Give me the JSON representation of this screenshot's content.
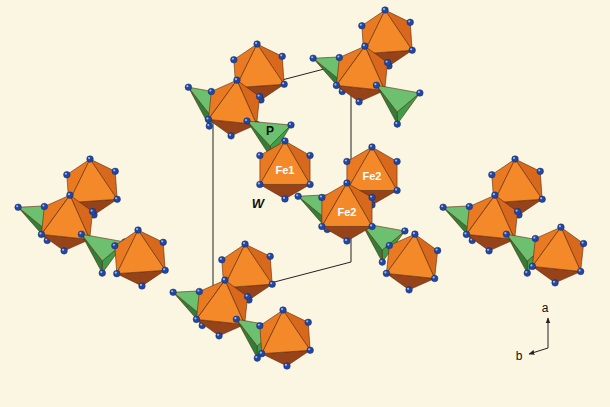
{
  "diagram": {
    "nodes": [
      {
        "text": [
          "P"
        ]
      },
      {
        "text": [
          "Fe1"
        ]
      },
      {
        "text": [
          "Fe2"
        ]
      },
      {
        "text": [
          "Fe2"
        ]
      }
    ],
    "labels": [
      "W",
      "a",
      "b"
    ]
  }
}
